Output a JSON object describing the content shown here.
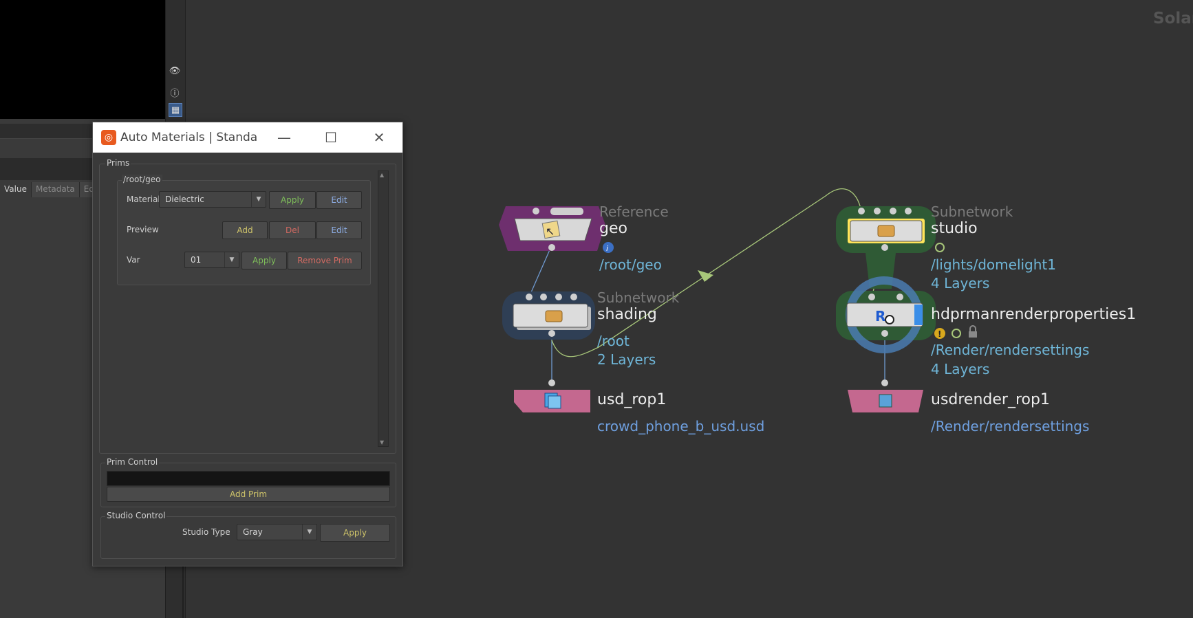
{
  "corner_label": "Solar",
  "left_panel": {
    "tabs": [
      "Value",
      "Metadata",
      "Edit"
    ]
  },
  "dialog": {
    "title": "Auto Materials | Standa...",
    "logo_glyph": "houdini-logo-icon",
    "window_buttons": {
      "minimize": "—",
      "maximize": "☐",
      "close": "✕"
    },
    "prims_group": {
      "title": "Prims",
      "inner_title": "/root/geo",
      "material_label": "Material",
      "material_value": "Dielectric",
      "apply_label": "Apply",
      "edit_label": "Edit",
      "preview_label": "Preview",
      "add_label": "Add",
      "del_label": "Del",
      "preview_edit_label": "Edit",
      "var_label": "Var",
      "var_value": "01",
      "var_apply_label": "Apply",
      "remove_prim_label": "Remove Prim"
    },
    "prim_control": {
      "title": "Prim Control",
      "field_value": "",
      "add_prim_label": "Add Prim"
    },
    "studio_control": {
      "title": "Studio Control",
      "studio_type_label": "Studio Type",
      "studio_type_value": "Gray",
      "apply_label": "Apply"
    }
  },
  "nodes": [
    {
      "id": "geo",
      "type": "Reference",
      "name": "geo",
      "lines": [
        "/root/geo"
      ],
      "color": "#6e2f6e",
      "flag": "info-icon"
    },
    {
      "id": "shading",
      "type": "Subnetwork",
      "name": "shading",
      "lines": [
        "/root",
        "2 Layers"
      ],
      "color": "#2f3f55"
    },
    {
      "id": "usd_rop1",
      "type": "",
      "name": "usd_rop1",
      "lines": [
        "crowd_phone_b_usd.usd"
      ],
      "color": "#c4688f"
    },
    {
      "id": "studio",
      "type": "Subnetwork",
      "name": "studio",
      "lines": [
        "/lights/domelight1",
        "4 Layers"
      ],
      "color": "#2f5a35"
    },
    {
      "id": "hdprman",
      "type": "",
      "name": "hdprmanrenderproperties1",
      "lines": [
        "/Render/rendersettings",
        "4 Layers"
      ],
      "color": "#2f5a35"
    },
    {
      "id": "usdrender_rop1",
      "type": "",
      "name": "usdrender_rop1",
      "lines": [
        "/Render/rendersettings"
      ],
      "color": "#c4688f"
    }
  ],
  "colors": {
    "accent_green": "#7fbf5a",
    "accent_red": "#d26a62",
    "accent_blue": "#8fb0e8",
    "path_text": "#6fb6d8",
    "wire_green": "#a8c77a"
  }
}
